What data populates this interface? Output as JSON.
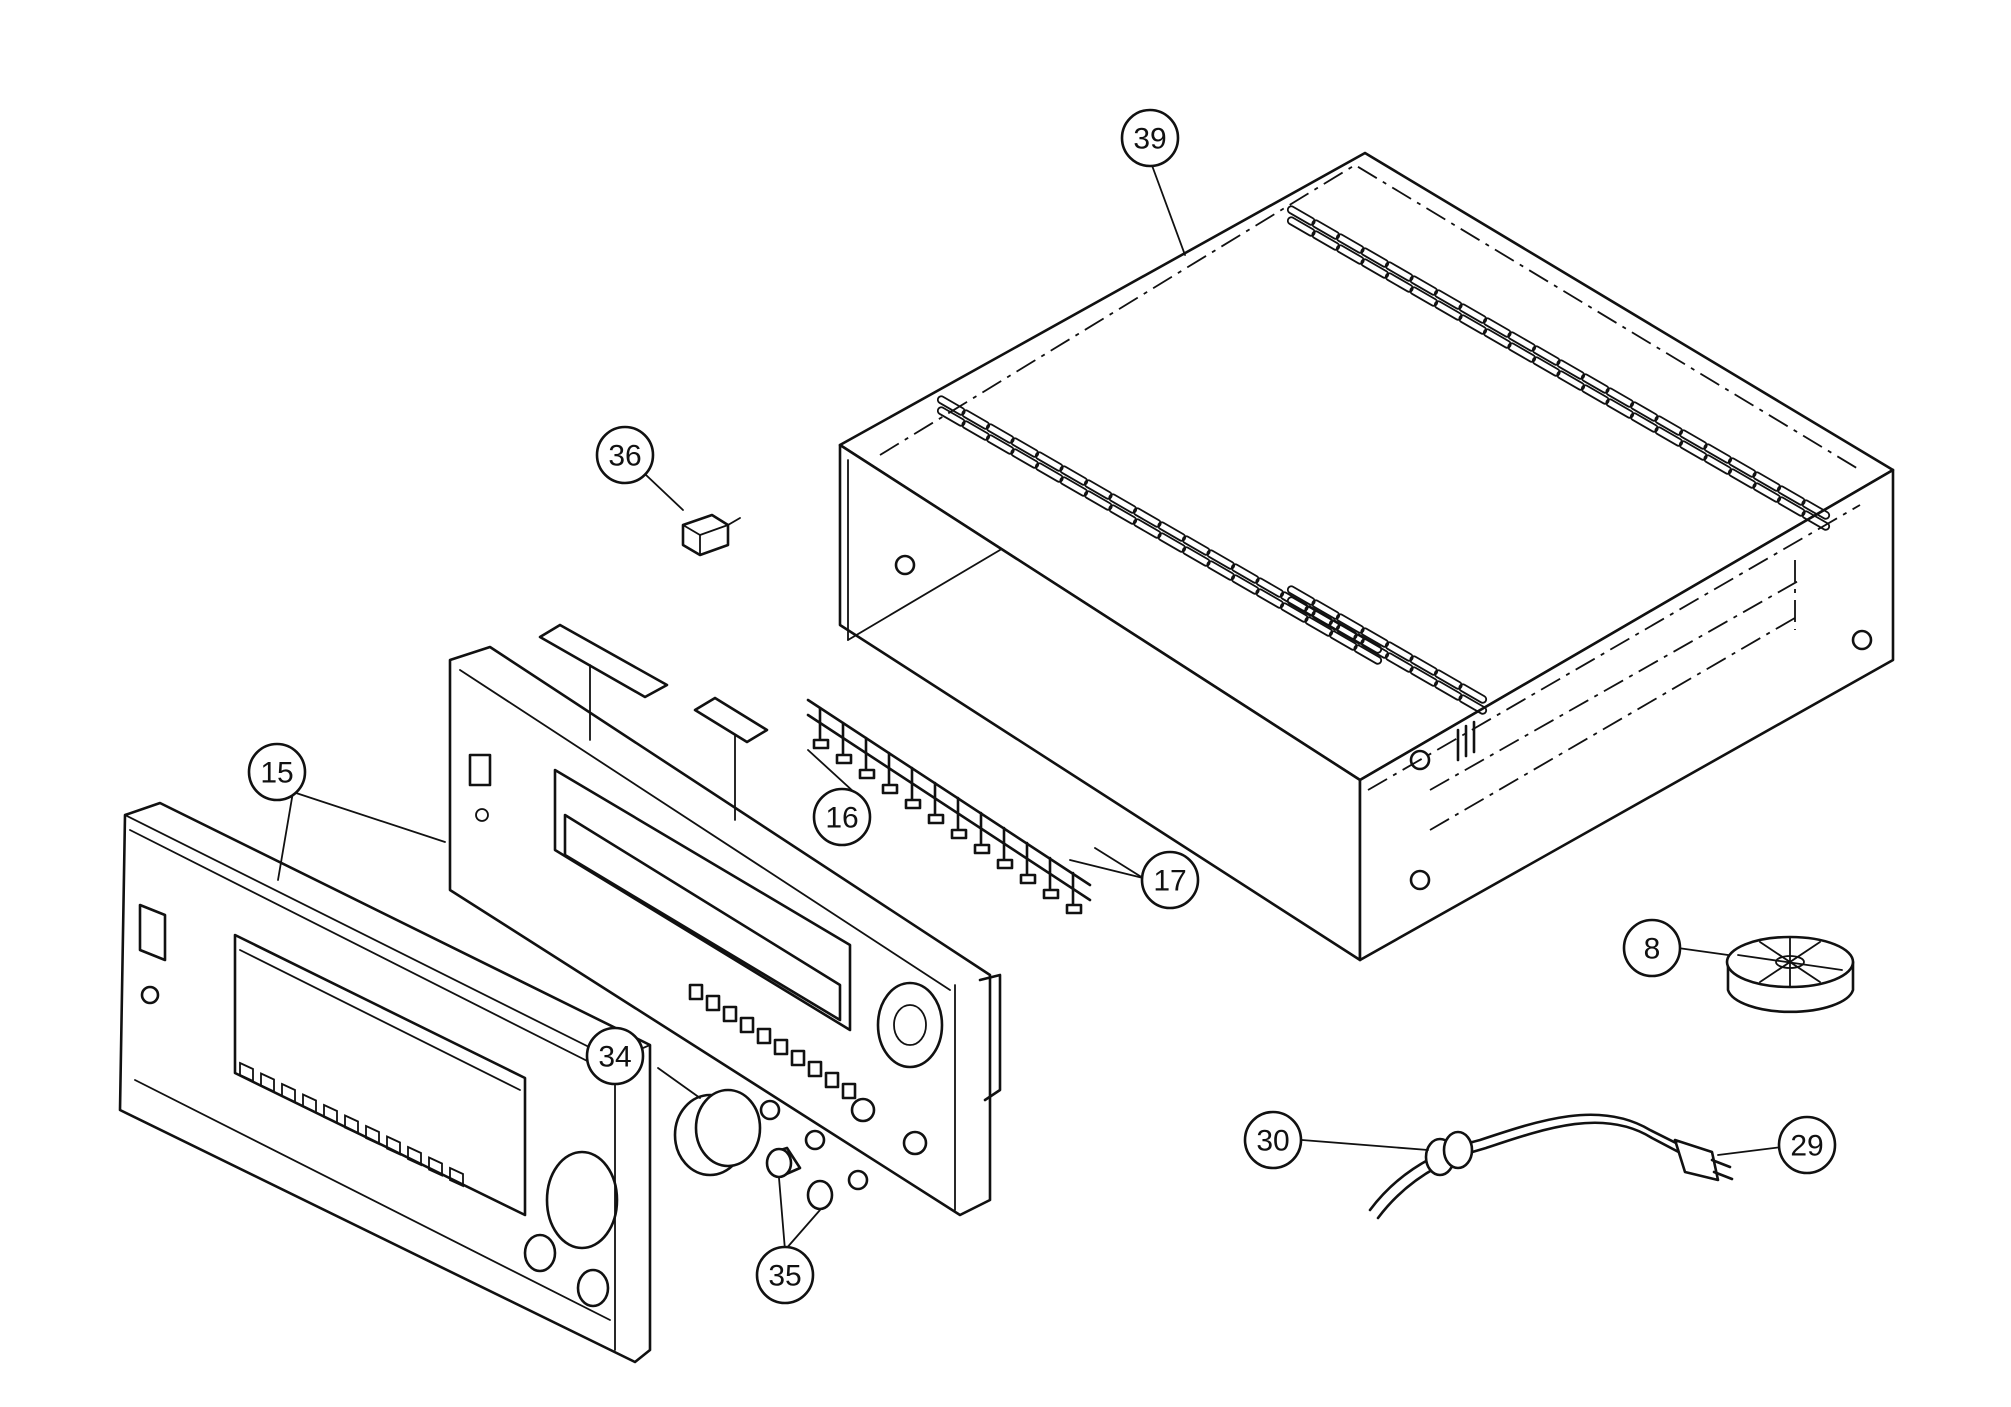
{
  "callouts": [
    {
      "id": "39",
      "label": "39"
    },
    {
      "id": "36",
      "label": "36"
    },
    {
      "id": "15",
      "label": "15"
    },
    {
      "id": "16",
      "label": "16"
    },
    {
      "id": "17",
      "label": "17"
    },
    {
      "id": "8",
      "label": "8"
    },
    {
      "id": "34",
      "label": "34"
    },
    {
      "id": "35",
      "label": "35"
    },
    {
      "id": "30",
      "label": "30"
    },
    {
      "id": "29",
      "label": "29"
    }
  ],
  "colors": {
    "ink": "#111111",
    "paper": "#ffffff"
  }
}
